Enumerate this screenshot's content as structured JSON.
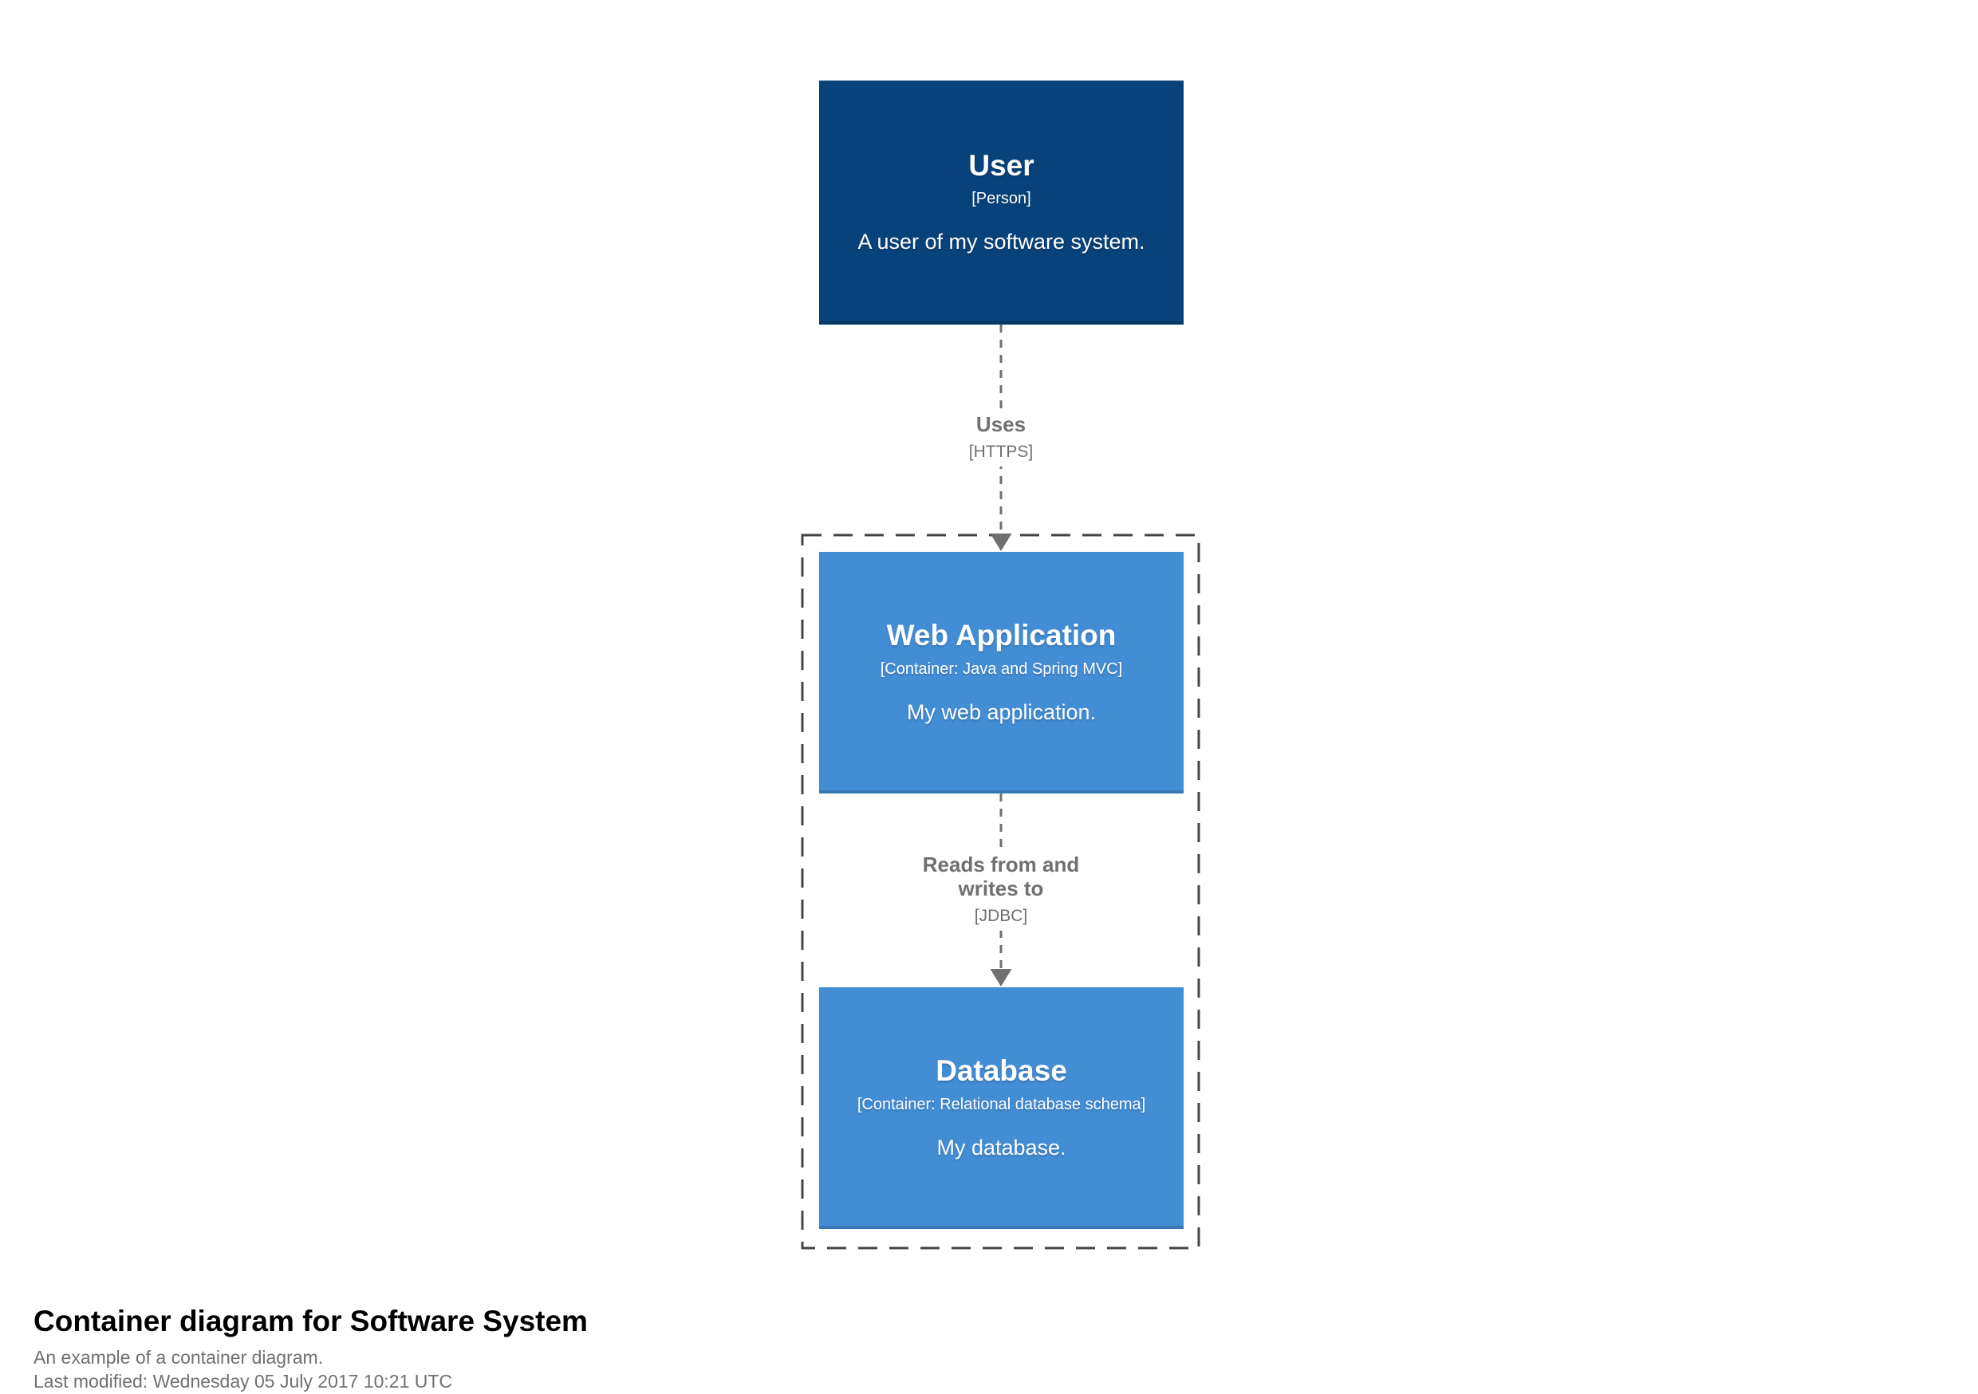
{
  "colors": {
    "person_bg": "#08427B",
    "container_bg": "#438DD5",
    "relationship_fg": "#707070",
    "boundary_fg": "#444444",
    "footer_title_fg": "#000000",
    "footer_meta_fg": "#707070",
    "canvas_bg": "#FFFFFF"
  },
  "nodes": {
    "user": {
      "name": "User",
      "meta": "[Person]",
      "description": "A user of my software system."
    },
    "web_application": {
      "name": "Web Application",
      "meta": "[Container: Java and Spring MVC]",
      "description": "My web application."
    },
    "database": {
      "name": "Database",
      "meta": "[Container: Relational database schema]",
      "description": "My database."
    }
  },
  "relationships": {
    "user_webapp": {
      "label": "Uses",
      "meta": "[HTTPS]"
    },
    "webapp_database": {
      "label": "Reads from and writes to",
      "meta": "[JDBC]"
    }
  },
  "footer": {
    "title": "Container diagram for Software System",
    "subtitle": "An example of a container diagram.",
    "last_modified": "Last modified: Wednesday 05 July 2017 10:21 UTC"
  }
}
